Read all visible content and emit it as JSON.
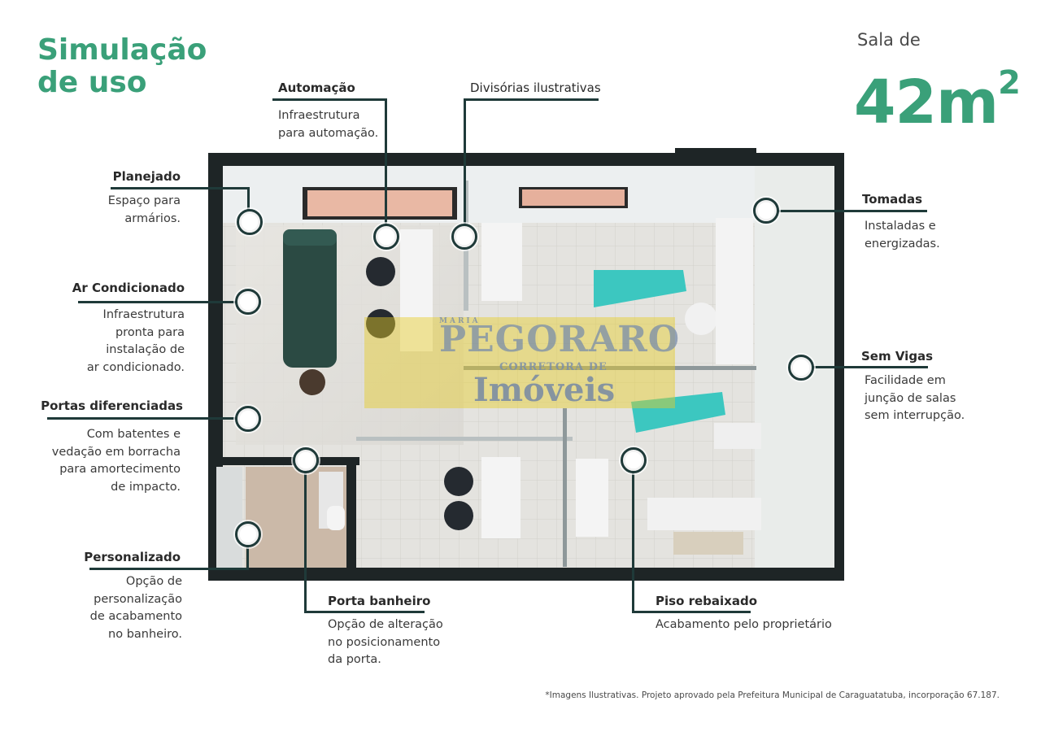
{
  "title": {
    "line1": "Simulação",
    "line2": "de uso"
  },
  "area": {
    "prefix": "Sala de",
    "value": "42m",
    "unit_sup": "2"
  },
  "callouts": {
    "automacao": {
      "label": "Automação",
      "desc": "Infraestrutura\npara automação."
    },
    "divisorias": {
      "label": "Divisórias ilustrativas"
    },
    "planejado": {
      "label": "Planejado",
      "desc": "Espaço para\narmários."
    },
    "ar": {
      "label": "Ar Condicionado",
      "desc": "Infraestrutura\npronta para\ninstalação de\nar condicionado."
    },
    "portas": {
      "label": "Portas diferenciadas",
      "desc": "Com batentes e\nvedação em borracha\npara amortecimento\nde impacto."
    },
    "personalizado": {
      "label": "Personalizado",
      "desc": "Opção de\npersonalização\nde acabamento\nno banheiro."
    },
    "porta_banheiro": {
      "label": "Porta banheiro",
      "desc": "Opção de alteração\nno posicionamento\nda porta."
    },
    "piso": {
      "label": "Piso rebaixado",
      "desc": "Acabamento pelo proprietário"
    },
    "tomadas": {
      "label": "Tomadas",
      "desc": "Instaladas e\nenergizadas."
    },
    "sem_vigas": {
      "label": "Sem Vigas",
      "desc": "Facilidade em\njunção de salas\nsem interrupção."
    }
  },
  "watermark": {
    "maria": "MARIA",
    "brand": "PEGORARO",
    "sub": "CORRETORA DE",
    "main": "Imóveis"
  },
  "footnote": "*Imagens Ilustrativas. Projeto aprovado pela Prefeitura Municipal de Caraguatatuba, incorporação 67.187.",
  "colors": {
    "accent": "#3aa079",
    "line": "#1f3a39",
    "wall": "#1e2526",
    "chair": "#3cc7c0"
  }
}
